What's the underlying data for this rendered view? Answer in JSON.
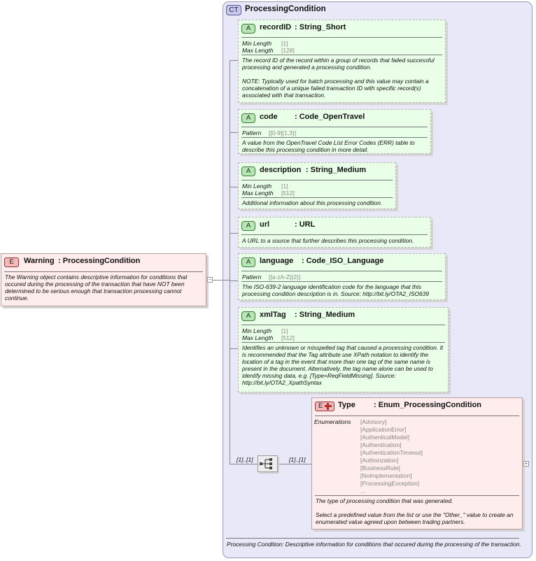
{
  "warning": {
    "badge": "E",
    "name": "Warning",
    "type": "ProcessingCondition",
    "doc": "The Warning object contains descriptive information for conditions that occured during the processing of the transaction that have NOT been determined to be serious enough that transaction processing cannot continue."
  },
  "complex_type": {
    "badge": "CT",
    "name": "ProcessingCondition",
    "doc": "Processing Condition: Descriptive information for conditions that occured during the processing of the transaction."
  },
  "labels": {
    "min_length": "Min Length",
    "max_length": "Max Length",
    "pattern": "Pattern",
    "enumerations": "Enumerations"
  },
  "attributes": [
    {
      "badge": "A",
      "name": "recordID",
      "type": "String_Short",
      "min": "[1]",
      "max": "[128]",
      "doc": "The record ID of the record within a group of records that failed successful processing and generated a processing condition.\n\nNOTE: Typically used for batch processing and this value may contain a concatenation of a unique failed transaction ID with specific record(s) associated with that transaction."
    },
    {
      "badge": "A",
      "name": "code",
      "type": "Code_OpenTravel",
      "pattern": "[[0-9]{1,3}]",
      "doc": "A value from the OpenTravel Code List Error Codes (ERR) table to describe this processing condition in more detail."
    },
    {
      "badge": "A",
      "name": "description",
      "type": "String_Medium",
      "min": "[1]",
      "max": "[512]",
      "doc": "Additional information about this processing condition."
    },
    {
      "badge": "A",
      "name": "url",
      "type": "URL",
      "doc": "A URL to a source that further describes this processing condition."
    },
    {
      "badge": "A",
      "name": "language",
      "type": "Code_ISO_Language",
      "pattern": "[[a-zA-Z]{2}]",
      "doc": "The ISO-639-2 language identification code for the language that this processing condition description is in. Source: http://bit.ly/OTA2_ISO639"
    },
    {
      "badge": "A",
      "name": "xmlTag",
      "type": "String_Medium",
      "min": "[1]",
      "max": "[512]",
      "doc": "Identifies an unknown or misspelled tag that caused a processing condition. It is recommended that the Tag attribute use XPath notation to identify the location of a tag in the event that more than one tag of the same name is present in the document. Alternatively, the tag name alone can be used to identify missing data, e.g. [Type=ReqFieldMissing]. Source: http://bit.ly/OTA2_XpathSyntax"
    }
  ],
  "sequence": {
    "cardinality_left": "[1]..[1]",
    "cardinality_right": "[1]..[1]"
  },
  "type_element": {
    "badge": "E",
    "name": "Type",
    "type": "Enum_ProcessingCondition",
    "enumerations": [
      "[Advisory]",
      "[ApplicationError]",
      "[AuthenticalModel]",
      "[Authentication]",
      "[AuthenticationTimeout]",
      "[Authorization]",
      "[BusinessRule]",
      "[NoImplementation]",
      "[ProcessingException]",
      "..."
    ],
    "doc": "The type of processing condition that was generated.\n\nSelect a predefined value from the list or use the \"Other_\" value to create an enumerated value agreed upon between trading partners."
  },
  "colors": {
    "attribute_bg": "#eaffe8",
    "element_bg": "#ffecec",
    "complex_type_bg": "#e8e8f8"
  }
}
